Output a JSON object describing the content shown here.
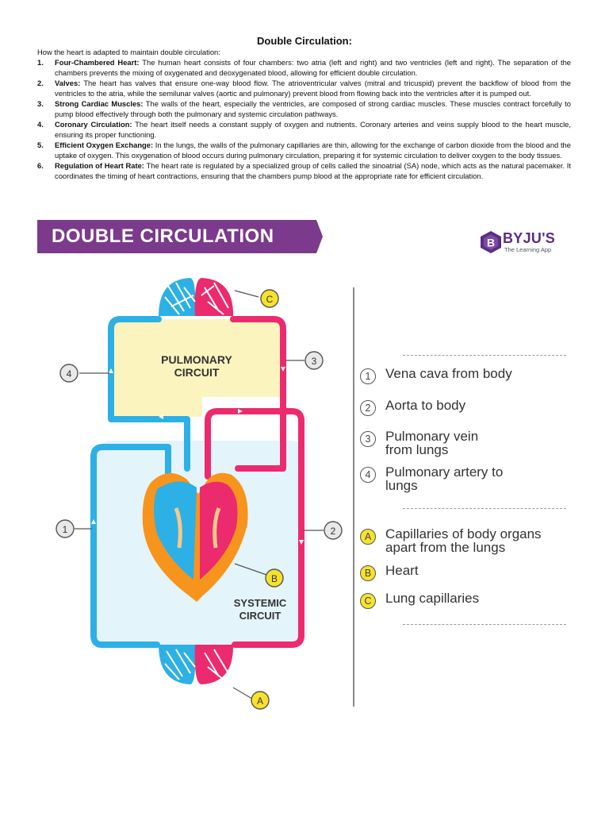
{
  "document": {
    "title": "Double Circulation:",
    "intro": "How the heart is adapted to maintain double circulation:",
    "points": [
      {
        "number": "1.",
        "term": "Four-Chambered Heart:",
        "text": "The human heart consists of four chambers: two atria (left and right) and two ventricles (left and right). The separation of the chambers prevents the mixing of oxygenated and deoxygenated blood, allowing for efficient double circulation."
      },
      {
        "number": "2.",
        "term": "Valves:",
        "text": "The heart has valves that ensure one-way blood flow. The atrioventricular valves (mitral and tricuspid) prevent the backflow of blood from the ventricles to the atria, while the semilunar valves (aortic and pulmonary) prevent blood from flowing back into the ventricles after it is pumped out."
      },
      {
        "number": "3.",
        "term": "Strong Cardiac Muscles:",
        "text": "The walls of the heart, especially the ventricles, are composed of strong cardiac muscles. These muscles contract forcefully to pump blood effectively through both the pulmonary and systemic circulation pathways."
      },
      {
        "number": "4.",
        "term": "Coronary Circulation:",
        "text": "The heart itself needs a constant supply of oxygen and nutrients. Coronary arteries and veins supply blood to the heart muscle, ensuring its proper functioning."
      },
      {
        "number": "5.",
        "term": "Efficient Oxygen Exchange:",
        "text": "In the lungs, the walls of the pulmonary capillaries are thin, allowing for the exchange of carbon dioxide from the blood and the uptake of oxygen. This oxygenation of blood occurs during pulmonary circulation, preparing it for systemic circulation to deliver oxygen to the body tissues."
      },
      {
        "number": "6.",
        "term": "Regulation of Heart Rate:",
        "text": "The heart rate is regulated by a specialized group of cells called the sinoatrial (SA) node, which acts as the natural pacemaker. It coordinates the timing of heart contractions, ensuring that the chambers pump blood at the appropriate rate for efficient circulation."
      }
    ]
  },
  "banner": {
    "title": "DOUBLE CIRCULATION",
    "color": "#7b3a8c"
  },
  "logo": {
    "name": "BYJU'S",
    "tagline": "The Learning App",
    "letter": "B",
    "color": "#5a2d82"
  },
  "diagram": {
    "pulmonary_label_1": "PULMONARY",
    "pulmonary_label_2": "CIRCUIT",
    "systemic_label_1": "SYSTEMIC",
    "systemic_label_2": "CIRCUIT",
    "markers": {
      "num1": "1",
      "num2": "2",
      "num3": "3",
      "num4": "4",
      "A": "A",
      "B": "B",
      "C": "C"
    },
    "colors": {
      "deoxygenated": "#2cb0e6",
      "oxygenated": "#ec2a6e",
      "heart": "#f7941d",
      "pulmonary_fill": "#fbf4bf",
      "systemic_fill": "#e3f4fa",
      "marker": "#f7e22b"
    }
  },
  "legend": {
    "numbered": [
      {
        "key": "1",
        "text": "Vena cava from body"
      },
      {
        "key": "2",
        "text": "Aorta to body"
      },
      {
        "key": "3",
        "text": "Pulmonary vein from lungs"
      },
      {
        "key": "4",
        "text": "Pulmonary artery to lungs"
      }
    ],
    "lettered": [
      {
        "key": "A",
        "text": "Capillaries of body organs apart from the lungs"
      },
      {
        "key": "B",
        "text": "Heart"
      },
      {
        "key": "C",
        "text": "Lung capillaries"
      }
    ]
  }
}
